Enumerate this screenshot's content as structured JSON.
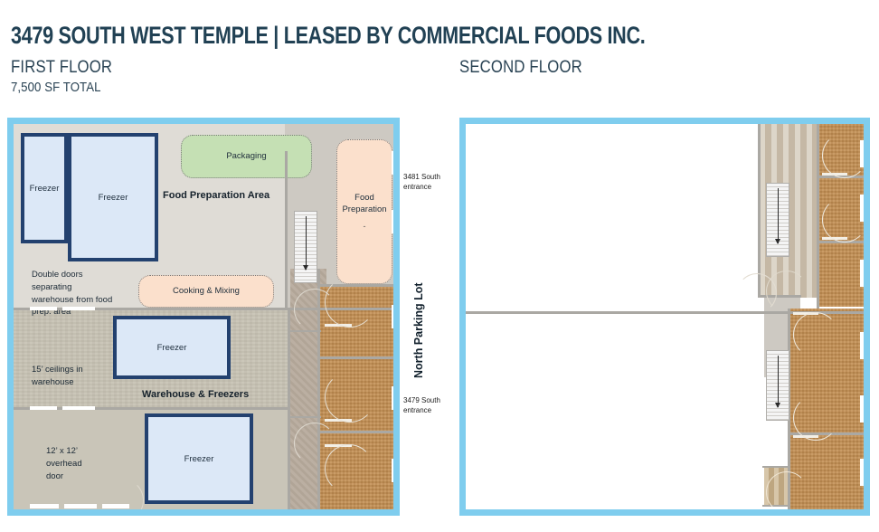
{
  "header": {
    "title": "3479 SOUTH WEST TEMPLE | LEASED BY COMMERCIAL FOODS INC.",
    "first_floor_label": "FIRST FLOOR",
    "first_floor_sf": "7,500 SF TOTAL",
    "second_floor_label": "SECOND FLOOR"
  },
  "colors": {
    "frame_blue": "#7fcdee",
    "freezer_fill": "#dce8f7",
    "freezer_border": "#23416f",
    "zone_green": "#c5e0b4",
    "zone_peach": "#fbe0cc",
    "brown_room": "#c28e51",
    "title_navy": "#214154",
    "warehouse_floor": "#c6c1b2",
    "foodprep_floor": "#dfdcd6"
  },
  "floor1": {
    "name": "FIRST FLOOR",
    "freezers": [
      {
        "label": "Freezer",
        "id": "freezer-upper-left-small"
      },
      {
        "label": "Freezer",
        "id": "freezer-upper-left-large"
      },
      {
        "label": "Freezer",
        "id": "freezer-warehouse-upper"
      },
      {
        "label": "Freezer",
        "id": "freezer-warehouse-lower"
      }
    ],
    "zones": [
      {
        "label": "Packaging",
        "id": "zone-packaging",
        "color": "green"
      },
      {
        "label": "Cooking & Mixing",
        "id": "zone-cooking-mixing",
        "color": "peach"
      },
      {
        "label": "Food Preparation",
        "sub": "-",
        "id": "zone-food-preparation",
        "color": "peach"
      }
    ],
    "area_labels": [
      {
        "text": "Food Preparation Area",
        "id": "label-food-preparation-area"
      },
      {
        "text": "Warehouse & Freezers",
        "id": "label-warehouse-freezers"
      }
    ],
    "notes": [
      {
        "text": "Double doors separating warehouse from food prep. area",
        "id": "note-double-doors"
      },
      {
        "text": "15’ ceilings in warehouse",
        "id": "note-ceilings"
      },
      {
        "text": "12’ x 12’ overhead door",
        "id": "note-overhead-door"
      }
    ]
  },
  "floor2": {
    "name": "SECOND FLOOR",
    "rooms": [
      {
        "id": "office-1"
      },
      {
        "id": "office-2"
      },
      {
        "id": "office-3"
      },
      {
        "id": "office-4"
      },
      {
        "id": "office-5"
      }
    ]
  },
  "exterior": {
    "parking_lot": "North Parking Lot",
    "entrance_3481": "3481 South entrance",
    "entrance_3479": "3479 South entrance"
  }
}
